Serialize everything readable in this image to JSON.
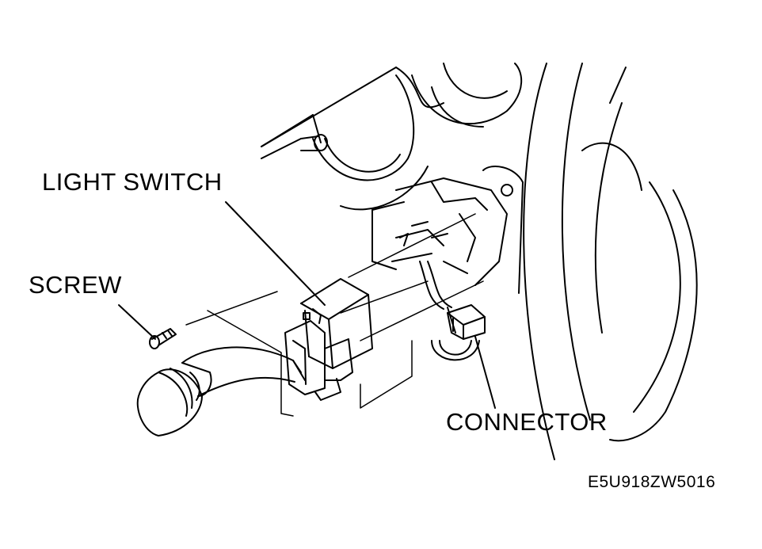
{
  "labels": {
    "light_switch": "LIGHT SWITCH",
    "screw": "SCREW",
    "connector": "CONNECTOR"
  },
  "figure_code": "E5U918ZW5016",
  "colors": {
    "ink": "#000000",
    "paper": "#ffffff"
  }
}
